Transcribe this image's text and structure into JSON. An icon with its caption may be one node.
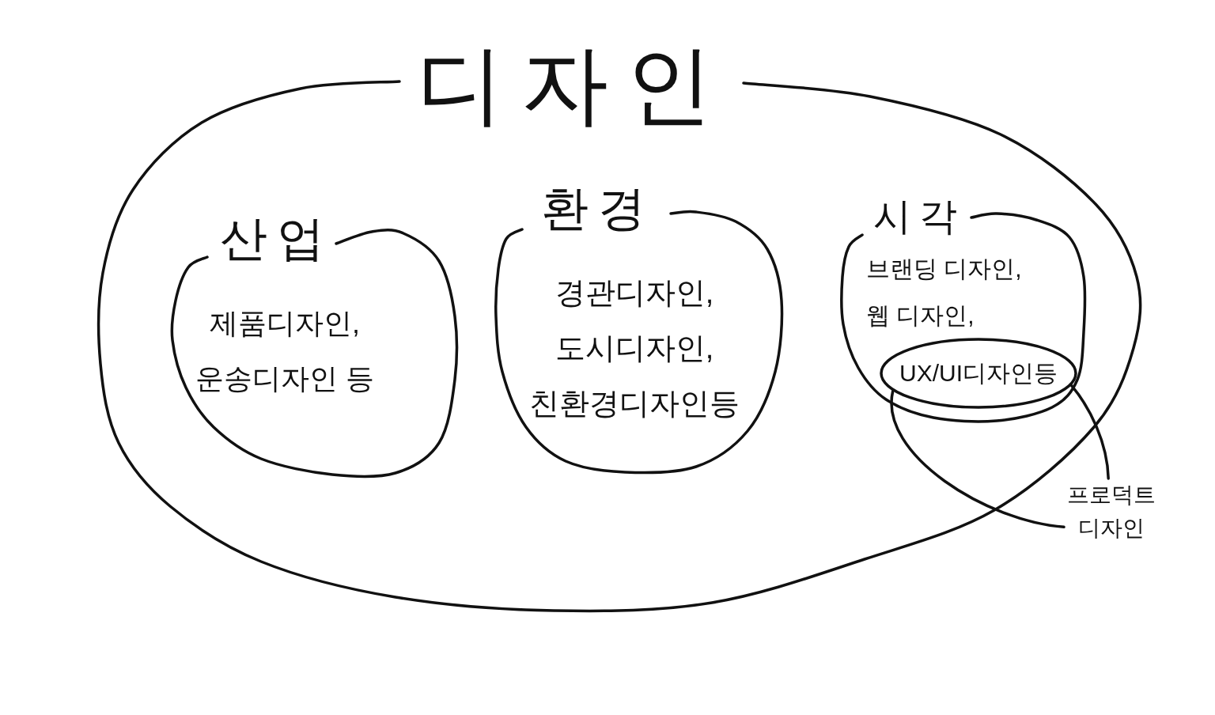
{
  "diagram": {
    "nodes": [
      {
        "text": [
          "디자인"
        ]
      },
      {
        "text": [
          "산업",
          "제품디자인,",
          "운송디자인 등"
        ],
        "in": 0
      },
      {
        "text": [
          "환경",
          "경관디자인,",
          "도시디자인,",
          "친환경디자인등"
        ],
        "in": 0
      },
      {
        "text": [
          "시각",
          "브랜딩 디자인,",
          "웹 디자인,"
        ],
        "in": 0
      },
      {
        "text": [
          "UX/UI디자인등"
        ],
        "in": 3
      },
      {
        "text": [
          "프로덕트 디자인"
        ]
      }
    ],
    "edges": [
      {
        "from": 5,
        "to": 4,
        "arrow": "none"
      },
      {
        "from": 5,
        "to": 4,
        "arrow": "none"
      }
    ]
  }
}
